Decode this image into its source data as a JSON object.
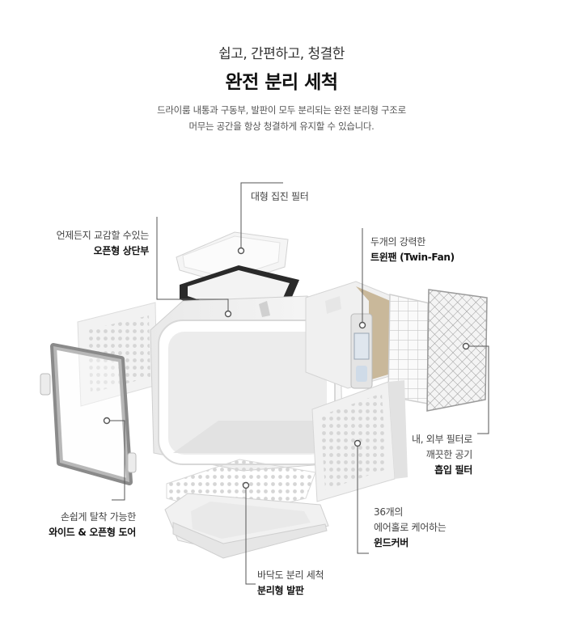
{
  "header": {
    "subtitle": "쉽고, 간편하고, 청결한",
    "title": "완전 분리 세척",
    "desc_line1": "드라이룸 내통과 구동부, 발판이 모두 분리되는 완전 분리형 구조로",
    "desc_line2": "머무는 공간을 항상 청결하게 유지할 수 있습니다."
  },
  "callouts": {
    "filter": {
      "bold": "대형 집진 필터"
    },
    "top": {
      "line1": "언제든지 교감할 수있는",
      "bold": "오픈형 상단부"
    },
    "fan": {
      "line1": "두개의 강력한",
      "bold": "트윈팬 (Twin-Fan)"
    },
    "intake": {
      "line1": "내, 외부 필터로",
      "line2": "깨끗한 공기",
      "bold": "흡입 필터"
    },
    "door": {
      "line1": "손쉽게 탈착 가능한",
      "bold": "와이드 & 오픈형 도어"
    },
    "windcover": {
      "line1": "36개의",
      "line2": "에어홀로 케어하는",
      "bold": "윈드커버"
    },
    "floor": {
      "line1": "바닥도 분리 세척",
      "bold": "분리형 발판"
    }
  },
  "colors": {
    "line": "#555555",
    "panel": "#f1f1f1",
    "door_frame": "#8a8a8a",
    "module_gold": "#c9b89a"
  }
}
